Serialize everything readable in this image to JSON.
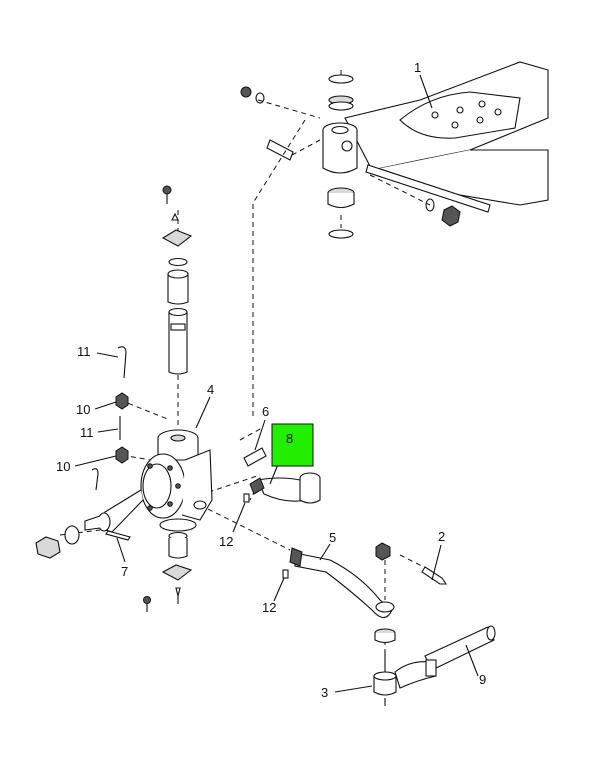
{
  "diagram": {
    "highlight_color": "#22ee00",
    "callouts": [
      {
        "id": "c1",
        "label": "1"
      },
      {
        "id": "c2",
        "label": "2"
      },
      {
        "id": "c3",
        "label": "3"
      },
      {
        "id": "c4",
        "label": "4"
      },
      {
        "id": "c5",
        "label": "5"
      },
      {
        "id": "c6",
        "label": "6"
      },
      {
        "id": "c7",
        "label": "7"
      },
      {
        "id": "c8",
        "label": "8"
      },
      {
        "id": "c9",
        "label": "9"
      },
      {
        "id": "c10a",
        "label": "10"
      },
      {
        "id": "c10b",
        "label": "10"
      },
      {
        "id": "c11a",
        "label": "11"
      },
      {
        "id": "c11b",
        "label": "11"
      },
      {
        "id": "c12a",
        "label": "12"
      },
      {
        "id": "c12b",
        "label": "12"
      }
    ]
  }
}
